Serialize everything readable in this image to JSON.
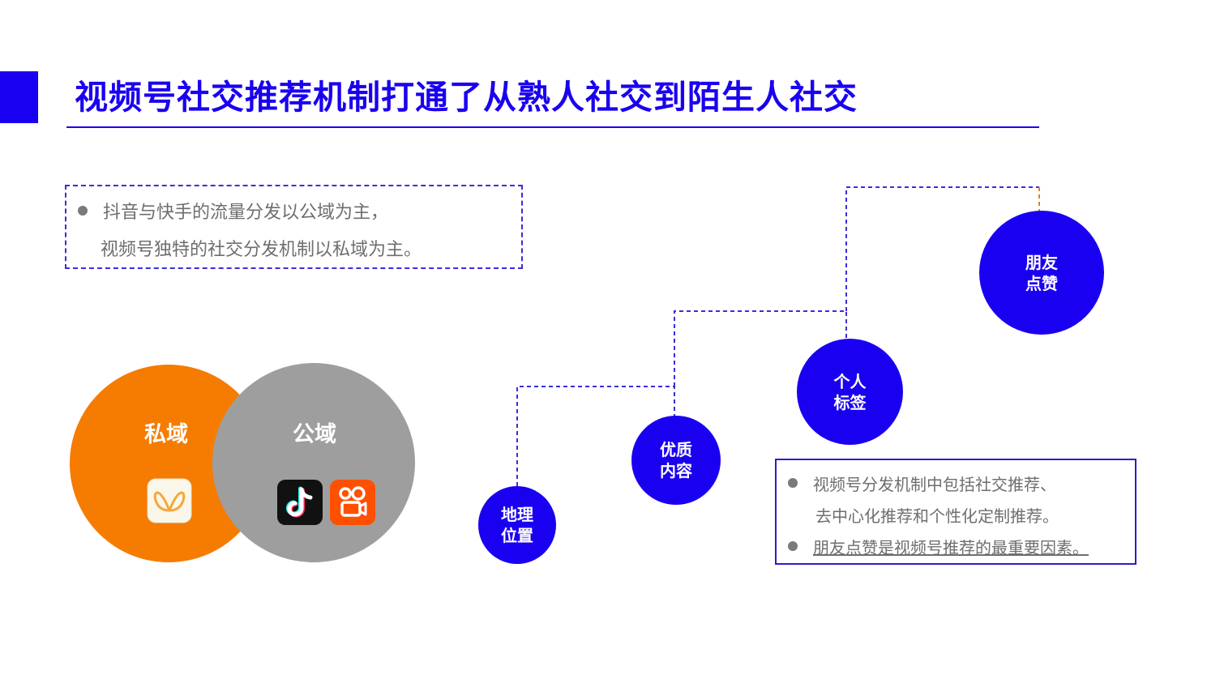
{
  "header": {
    "title": "视频号社交推荐机制打通了从熟人社交到陌生人社交"
  },
  "left_note": {
    "line1": "抖音与快手的流量分发以公域为主，",
    "line2": "视频号独特的社交分发机制以私域为主。"
  },
  "venn": {
    "private": {
      "label": "私域",
      "color": "#f57c00",
      "app_icon": "wechat-channels-icon"
    },
    "public": {
      "label": "公域",
      "color": "#9e9e9e",
      "app_icons": [
        "douyin-icon",
        "kuaishou-icon"
      ]
    }
  },
  "ladder": {
    "color": "#1a00f0",
    "steps": [
      {
        "line1": "地理",
        "line2": "位置"
      },
      {
        "line1": "优质",
        "line2": "内容"
      },
      {
        "line1": "个人",
        "line2": "标签"
      },
      {
        "line1": "朋友",
        "line2": "点赞"
      }
    ]
  },
  "summary": {
    "bullet1_line1": "视频号分发机制中包括社交推荐、",
    "bullet1_line2": "去中心化推荐和个性化定制推荐。",
    "bullet2": "朋友点赞是视频号推荐的最重要因素。"
  },
  "colors": {
    "accent": "#1a00f0",
    "orange": "#f57c00",
    "gray": "#9e9e9e",
    "text_gray": "#6e6e6e"
  }
}
